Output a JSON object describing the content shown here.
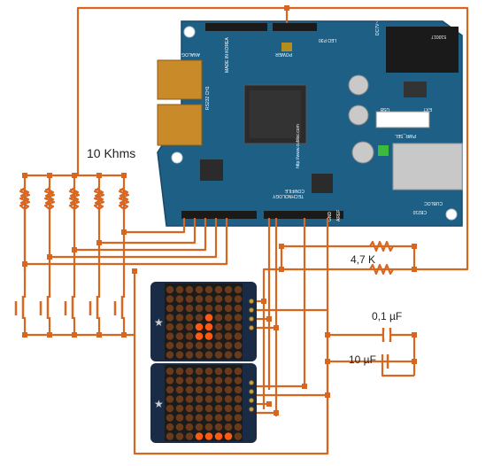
{
  "labels": {
    "resistor_bank": "10 Khms",
    "pullup_resistors": "4,7 K",
    "cap_small": "0,1 µF",
    "cap_large": "10 µF"
  },
  "board": {
    "model": "CB210",
    "brand": "CUBLOC",
    "maker": "COMFILE",
    "maker_sub": "TECHNOLOGY",
    "url": "http://www.cubloc.com",
    "made_in": "MADE IN KOREA",
    "analog_in": "ANALOG IN",
    "power": "POWER",
    "usb": "USB",
    "ext": "EXT",
    "pwr_sel": "PWR_SEL",
    "dc_in": "DC7V~12V",
    "rs232": "RS232 CH1",
    "aref": "AREF",
    "gnd": "GND",
    "model_code": "510017",
    "led_p30": "LED P30"
  },
  "colors": {
    "wire": "#d9661f",
    "board": "#1e5f86",
    "led_off": "#6a3a1c",
    "led_on": "#ff5a14",
    "matrix_pcb": "#1a2b45"
  },
  "matrices": [
    {
      "lit": [
        [
          3,
          4
        ],
        [
          4,
          3
        ],
        [
          4,
          4
        ],
        [
          5,
          3
        ],
        [
          5,
          4
        ]
      ]
    },
    {
      "lit": [
        [
          7,
          3
        ],
        [
          7,
          4
        ],
        [
          7,
          5
        ],
        [
          7,
          6
        ]
      ]
    }
  ]
}
